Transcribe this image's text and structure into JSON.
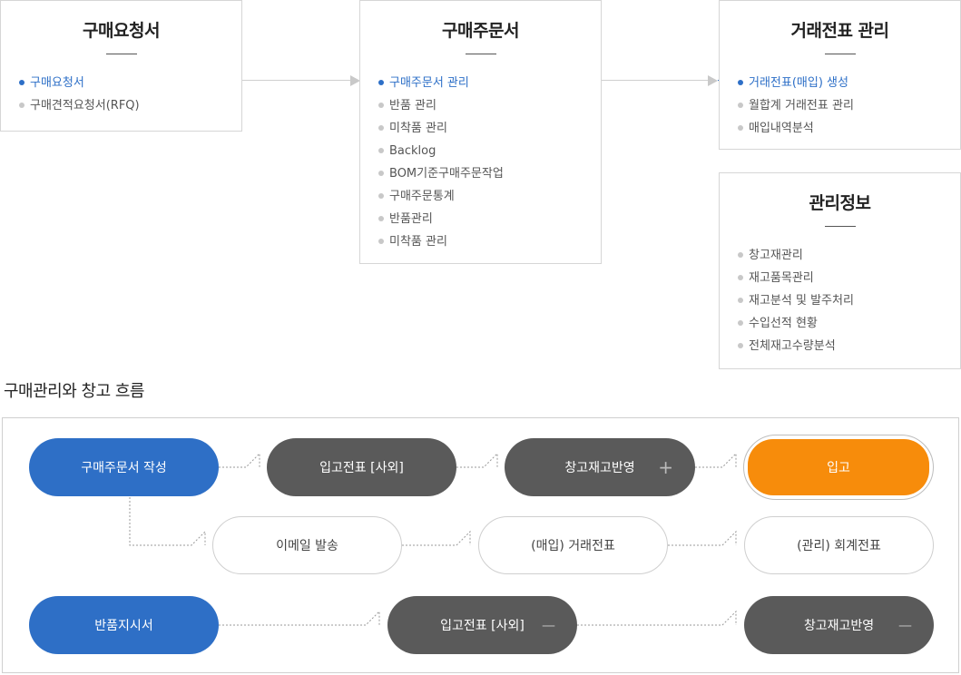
{
  "purchase_request": {
    "title": "구매요청서",
    "items": [
      "구매요청서",
      "구매견적요청서(RFQ)"
    ]
  },
  "purchase_order": {
    "title": "구매주문서",
    "items": [
      "구매주문서 관리",
      "반품 관리",
      "미착품 관리",
      "Backlog",
      "BOM기준구매주문작업",
      "구매주문통계",
      "반품관리",
      "미착품 관리"
    ]
  },
  "transaction_slip": {
    "title": "거래전표 관리",
    "items": [
      "거래전표(매입) 생성",
      "월합계 거래전표 관리",
      "매입내역분석"
    ]
  },
  "management_info": {
    "title": "관리정보",
    "items": [
      "창고재관리",
      "재고품목관리",
      "재고분석 및 발주처리",
      "수입선적 현황",
      "전체재고수량분석"
    ]
  },
  "flow": {
    "title": "구매관리와 창고 흐름",
    "row1": [
      "구매주문서 작성",
      "입고전표 [사외]",
      "창고재고반영",
      "입고"
    ],
    "row2": [
      "이메일 발송",
      "(매입) 거래전표",
      "(관리) 회계전표"
    ],
    "row3": [
      "반품지시서",
      "입고전표 [사외]",
      "창고재고반영"
    ],
    "plus_symbol": "+",
    "minus_symbol": "—"
  },
  "colors": {
    "accent_blue": "#2e6fc6",
    "highlight_orange": "#f78c0b",
    "dark_gray": "#5a5a5a"
  }
}
